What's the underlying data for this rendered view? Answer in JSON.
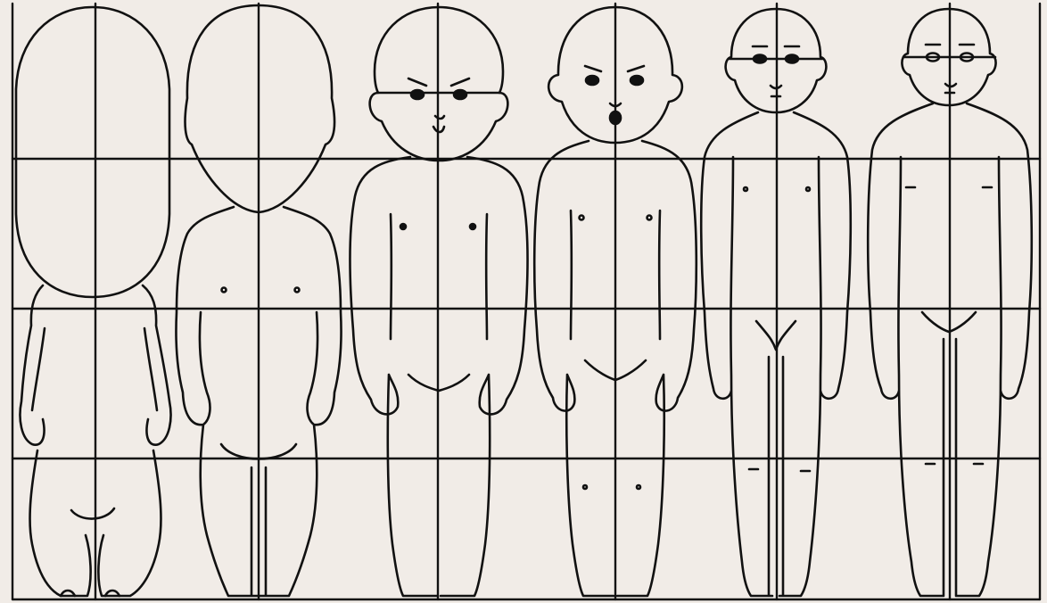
{
  "diagram": {
    "background": "#f1ece7",
    "stroke": "#111111",
    "grid_rows": 4,
    "figures": [
      {
        "name": "figure-1"
      },
      {
        "name": "figure-2"
      },
      {
        "name": "figure-3"
      },
      {
        "name": "figure-4"
      },
      {
        "name": "figure-5"
      },
      {
        "name": "figure-6"
      }
    ]
  }
}
